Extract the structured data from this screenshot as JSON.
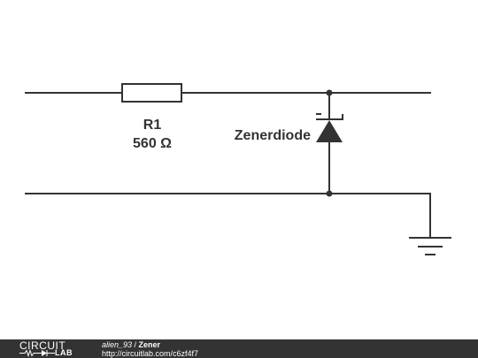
{
  "schematic": {
    "resistor": {
      "name": "R1",
      "value": "560 Ω"
    },
    "diode": {
      "label": "Zenerdiode"
    }
  },
  "footer": {
    "logo_word": "CIRCUIT",
    "logo_sub": "LAB",
    "author": "alien_93",
    "separator": " / ",
    "title": "Zener",
    "url": "http://circuitlab.com/c6zf4f7"
  },
  "colors": {
    "wire": "#333333",
    "footer_bg": "#333333",
    "footer_text": "#ffffff"
  }
}
